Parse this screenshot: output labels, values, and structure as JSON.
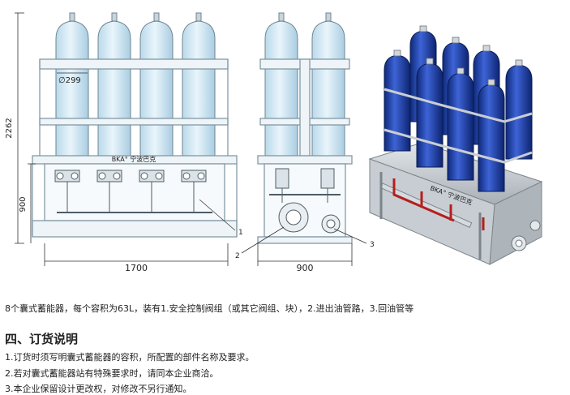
{
  "drawing": {
    "dim_height_total": "2262",
    "dim_height_base": "900",
    "dim_diameter": "∅299",
    "dim_width_front": "1700",
    "dim_width_side": "900",
    "brand_label": "BKA° 宁波巴克",
    "callout_1": "1",
    "callout_2": "2",
    "callout_3": "3",
    "render_brand_label": "BKA° 宁波巴克"
  },
  "caption": "8个囊式蓄能器，每个容积为63L，装有1.安全控制阀组（或其它阀组、块），2.进出油管路，3.回油管等",
  "section": {
    "heading": "四、订货说明",
    "notes": [
      "1.订货时须写明囊式蓄能器的容积，所配置的部件名称及要求。",
      "2.若对囊式蓄能器站有特殊要求时，请同本企业商洽。",
      "3.本企业保留设计更改权，对修改不另行通知。"
    ]
  },
  "colors": {
    "tank_glass": "#cfe6f3",
    "tank_blue": "#1f3fa6",
    "frame_gray": "#b9bfc4",
    "line": "#6e8491"
  }
}
